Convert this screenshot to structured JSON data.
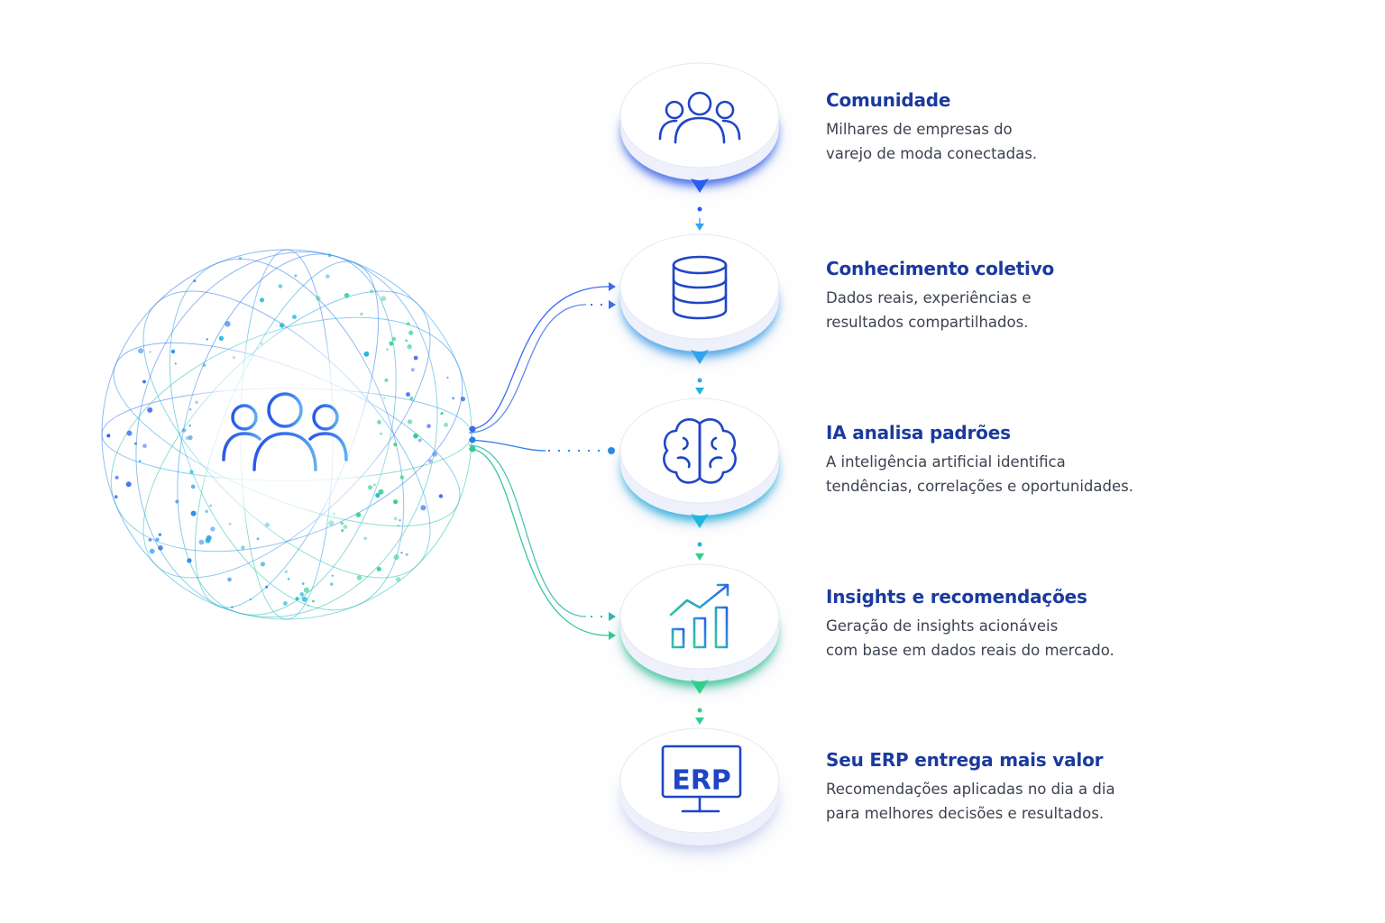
{
  "colors": {
    "title": "#1b3a9e",
    "text": "#3c4250",
    "icon_blue": "#1f45c7",
    "accent_blue": "#2a5cf0",
    "accent_cyan": "#1fb6e0",
    "accent_green": "#2fd08a"
  },
  "steps": [
    {
      "title": "Comunidade",
      "description": "Milhares de empresas do\nvarejo de moda conectadas.",
      "icon": "people-icon"
    },
    {
      "title": "Conhecimento coletivo",
      "description": "Dados reais, experiências e\nresultados compartilhados.",
      "icon": "database-icon"
    },
    {
      "title": "IA analisa padrões",
      "description": "A inteligência artificial identifica\ntendências, correlações e oportunidades.",
      "icon": "brain-icon"
    },
    {
      "title": "Insights e recomendações",
      "description": "Geração de insights acionáveis\ncom base em dados reais do mercado.",
      "icon": "growth-chart-icon"
    },
    {
      "title": "Seu ERP entrega mais valor",
      "description": "Recomendações aplicadas no dia a dia\npara melhores decisões e resultados.",
      "icon": "erp-monitor-icon",
      "icon_text": "ERP"
    }
  ],
  "network": {
    "icon": "community-people-icon"
  }
}
